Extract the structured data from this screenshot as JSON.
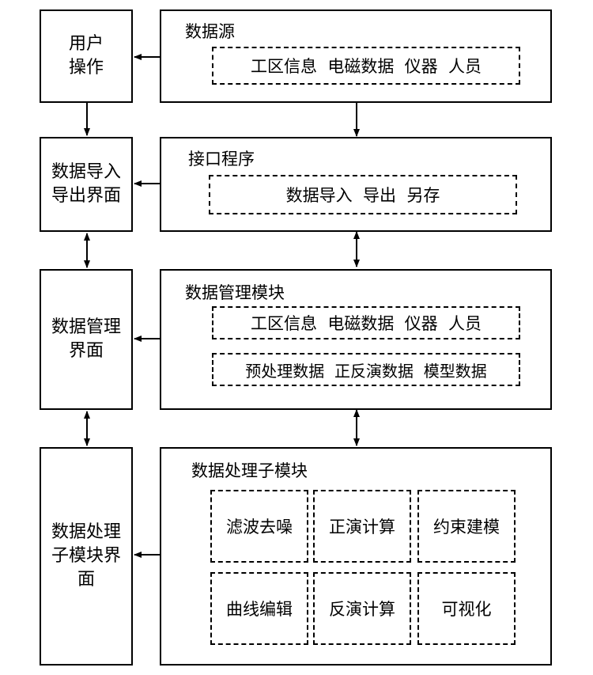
{
  "left_boxes": {
    "user_op": [
      "用户",
      "操作"
    ],
    "import_export_ui": [
      "数据导入",
      "导出界面"
    ],
    "management_ui": [
      "数据管理",
      "界面"
    ],
    "processing_ui": [
      "数据处理",
      "子模块界",
      "面"
    ]
  },
  "data_source": {
    "title": "数据源",
    "items": "工区信息  电磁数据  仪器  人员"
  },
  "interface_program": {
    "title": "接口程序",
    "items": "数据导入  导出  另存"
  },
  "data_management": {
    "title": "数据管理模块",
    "row1": "工区信息  电磁数据  仪器  人员",
    "row2": "预处理数据  正反演数据  模型数据"
  },
  "data_processing": {
    "title": "数据处理子模块",
    "cells": [
      "滤波去噪",
      "正演计算",
      "约束建模",
      "曲线编辑",
      "反演计算",
      "可视化"
    ]
  }
}
